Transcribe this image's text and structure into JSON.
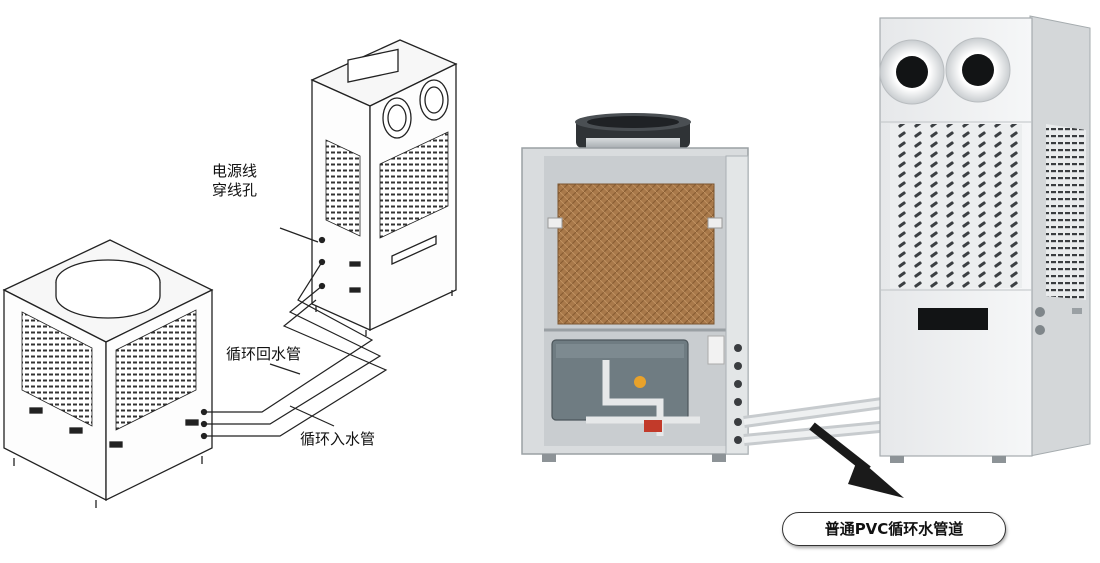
{
  "labels": {
    "power_cable_line1": "电源线",
    "power_cable_line2": "穿线孔",
    "return_pipe": "循环回水管",
    "inlet_pipe": "循环入水管",
    "pvc_pipe": "普通PVC循环水管道"
  },
  "colors": {
    "line_art": "#222222",
    "cabinet_white": "#eceeef",
    "cooling_pad": "#a87a4c",
    "water_tank": "#6f7c82",
    "pipe_pvc": "#dcdfe1",
    "arrow": "#1a1a1a"
  }
}
